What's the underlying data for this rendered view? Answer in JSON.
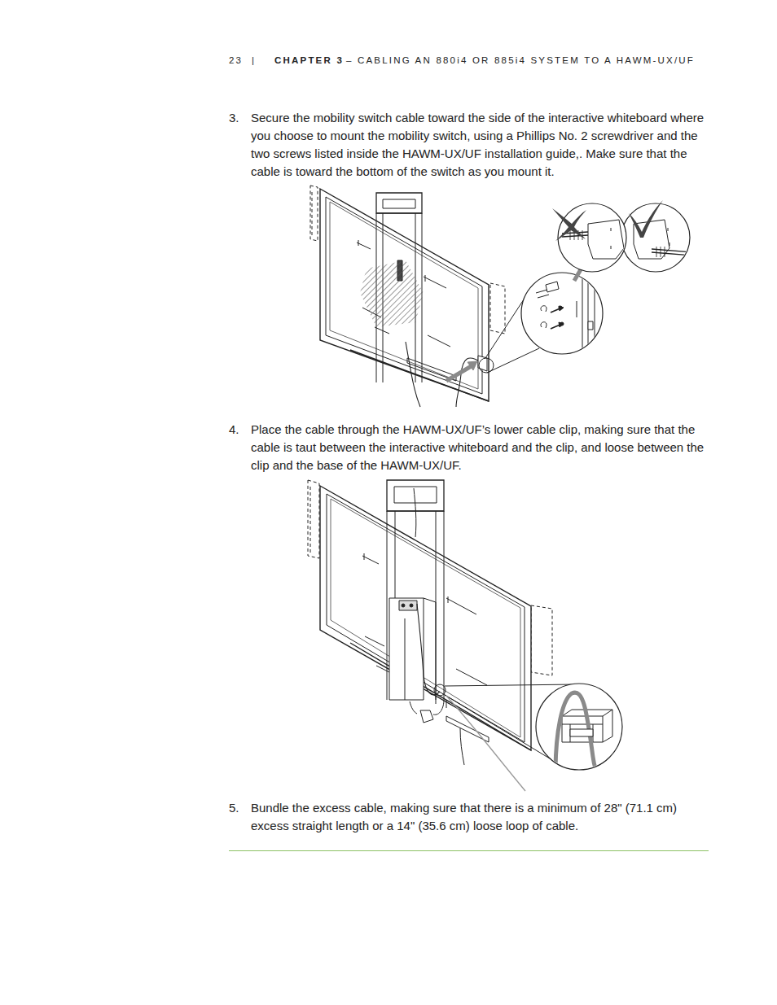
{
  "diagram": {
    "labels": [
      "23",
      "|",
      "CHAPTER 3",
      "– CABLING AN 880i4 OR 885i4 SYSTEM TO A HAWM-UX/UF",
      "3.",
      "Secure the mobility switch cable toward the side of the interactive whiteboard where you choose to mount the mobility switch, using a Phillips No. 2 screwdriver and the two screws listed inside the HAWM-UX/UF installation guide,. Make sure that the cable is toward the bottom of the switch as you mount it.",
      "4.",
      "Place the cable through the HAWM-UX/UF’s lower cable clip, making sure that the cable is taut between the interactive whiteboard and the clip, and loose between the clip and the base of the HAWM-UX/UF.",
      "5.",
      "Bundle the excess cable, making sure that there is a minimum of 28\" (71.1 cm) excess straight length or a 14\" (35.6 cm) loose loop of cable."
    ]
  }
}
